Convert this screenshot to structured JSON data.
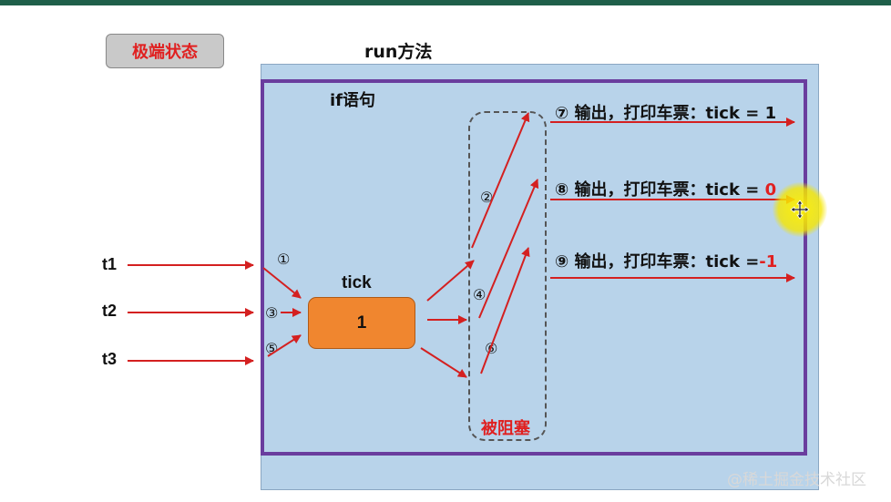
{
  "badge": {
    "label": "极端状态"
  },
  "diagram": {
    "run_title": "run方法",
    "if_label": "if语句",
    "blocked_label": "被阻塞",
    "tick_label": "tick",
    "tick_value": "1",
    "threads": [
      "t1",
      "t2",
      "t3"
    ],
    "steps": [
      "①",
      "③",
      "⑤",
      "②",
      "④",
      "⑥"
    ],
    "outputs": [
      {
        "step": "⑦",
        "text": "输出，打印车票：tick = ",
        "value": "1"
      },
      {
        "step": "⑧",
        "text": "输出，打印车票：tick = ",
        "value": "0"
      },
      {
        "step": "⑨",
        "text": "输出，打印车票：tick =",
        "value": "-1"
      }
    ]
  },
  "watermark": "@稀土掘金技术社区",
  "colors": {
    "accent_red": "#e02020",
    "outer_fill": "#b8d3ea",
    "inner_border": "#6a3d9e",
    "tick_box_fill": "#f0862f",
    "badge_fill": "#c9c9c9",
    "arrow": "#d42020",
    "cursor_highlight": "#f5e600"
  },
  "icons": {
    "cursor": "move-cursor-icon"
  }
}
